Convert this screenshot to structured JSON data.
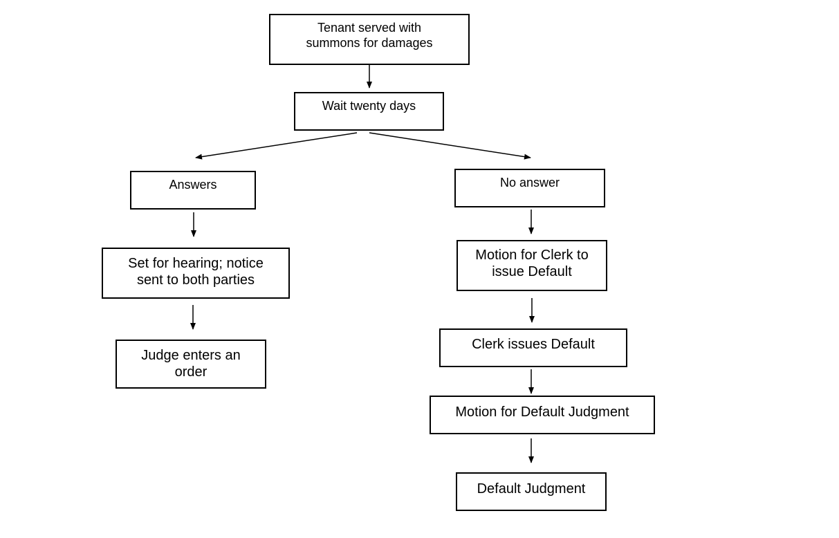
{
  "flowchart": {
    "nodes": {
      "served": "Tenant served with summons for damages",
      "wait": "Wait twenty days",
      "answers": "Answers",
      "no_answer": "No answer",
      "set_hearing": "Set for hearing; notice sent to both parties",
      "judge_order": "Judge enters an order",
      "motion_clerk": "Motion for Clerk to issue Default",
      "clerk_issues": "Clerk issues Default",
      "motion_judgment": "Motion for Default Judgment",
      "default_judgment": "Default Judgment"
    },
    "edges": [
      {
        "from": "served",
        "to": "wait"
      },
      {
        "from": "wait",
        "to": "answers"
      },
      {
        "from": "wait",
        "to": "no_answer"
      },
      {
        "from": "answers",
        "to": "set_hearing"
      },
      {
        "from": "set_hearing",
        "to": "judge_order"
      },
      {
        "from": "no_answer",
        "to": "motion_clerk"
      },
      {
        "from": "motion_clerk",
        "to": "clerk_issues"
      },
      {
        "from": "clerk_issues",
        "to": "motion_judgment"
      },
      {
        "from": "motion_judgment",
        "to": "default_judgment"
      }
    ]
  }
}
